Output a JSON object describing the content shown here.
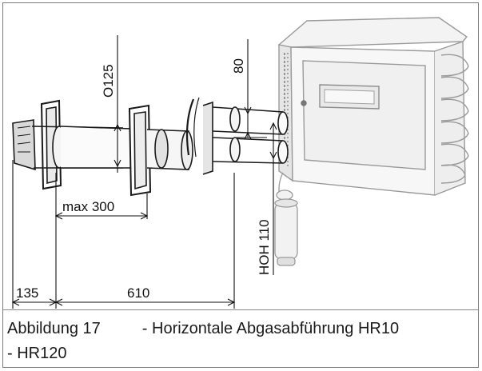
{
  "figure": {
    "dimensions": {
      "d1": "O125",
      "d2": "80",
      "d3": "max 300",
      "d4": "HOH 110",
      "d5": "135",
      "d6": "610"
    }
  },
  "caption": {
    "label": "Abbildung 17",
    "text": "- Horizontale Abgasabführung HR10",
    "continuation": "- HR120"
  }
}
